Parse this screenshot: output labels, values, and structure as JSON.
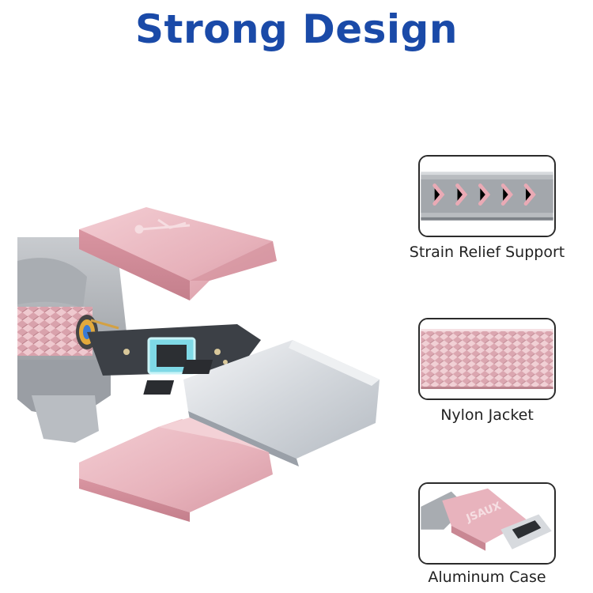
{
  "headline": {
    "text": "Strong Design",
    "color": "#1a4aa8"
  },
  "product": {
    "accent_color": "#e9b7bf",
    "connector_color": "#d9dde2"
  },
  "features": [
    {
      "label": "Strain Relief Support",
      "icon": "strain-relief-icon"
    },
    {
      "label": "Nylon Jacket",
      "icon": "nylon-braid-icon"
    },
    {
      "label": "Aluminum Case",
      "icon": "aluminum-case-icon"
    }
  ],
  "brand_text": "JSAUX"
}
